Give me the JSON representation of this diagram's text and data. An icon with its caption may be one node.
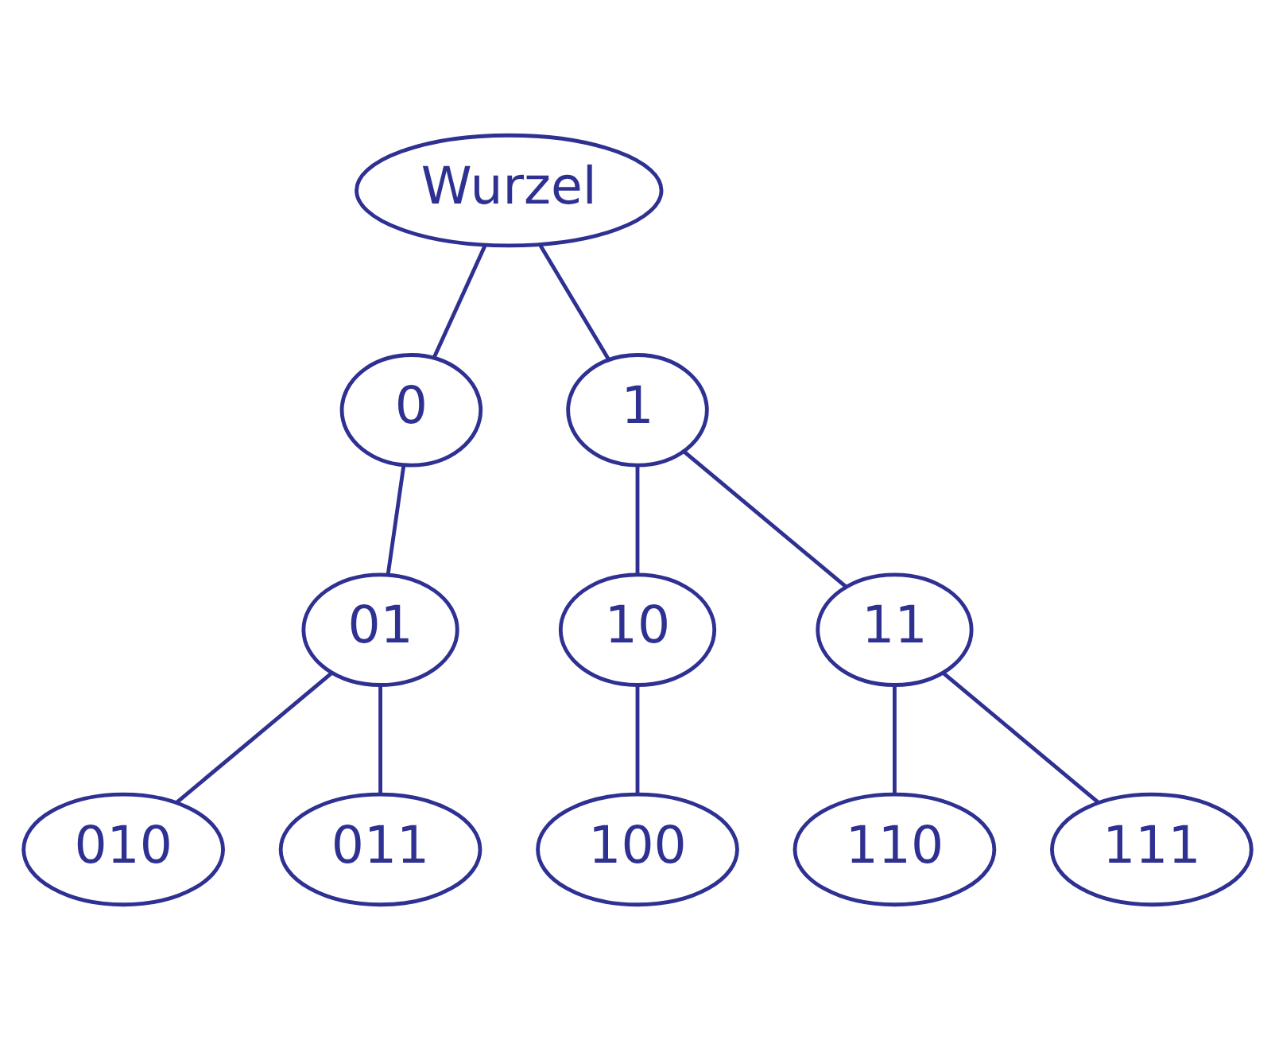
{
  "diagram": {
    "nodes": [
      {
        "text": [
          "Wurzel"
        ]
      },
      {
        "text": [
          "0"
        ]
      },
      {
        "text": [
          "1"
        ]
      },
      {
        "text": [
          "01"
        ]
      },
      {
        "text": [
          "10"
        ]
      },
      {
        "text": [
          "11"
        ]
      },
      {
        "text": [
          "010"
        ]
      },
      {
        "text": [
          "011"
        ]
      },
      {
        "text": [
          "100"
        ]
      },
      {
        "text": [
          "110"
        ]
      },
      {
        "text": [
          "111"
        ]
      }
    ],
    "edges": [
      {
        "from": 0,
        "to": 1,
        "arrow": "none"
      },
      {
        "from": 0,
        "to": 2,
        "arrow": "none"
      },
      {
        "from": 1,
        "to": 3,
        "arrow": "none"
      },
      {
        "from": 2,
        "to": 4,
        "arrow": "none"
      },
      {
        "from": 2,
        "to": 5,
        "arrow": "none"
      },
      {
        "from": 3,
        "to": 6,
        "arrow": "none"
      },
      {
        "from": 3,
        "to": 7,
        "arrow": "none"
      },
      {
        "from": 4,
        "to": 8,
        "arrow": "none"
      },
      {
        "from": 5,
        "to": 9,
        "arrow": "none"
      },
      {
        "from": 5,
        "to": 10,
        "arrow": "none"
      }
    ]
  }
}
